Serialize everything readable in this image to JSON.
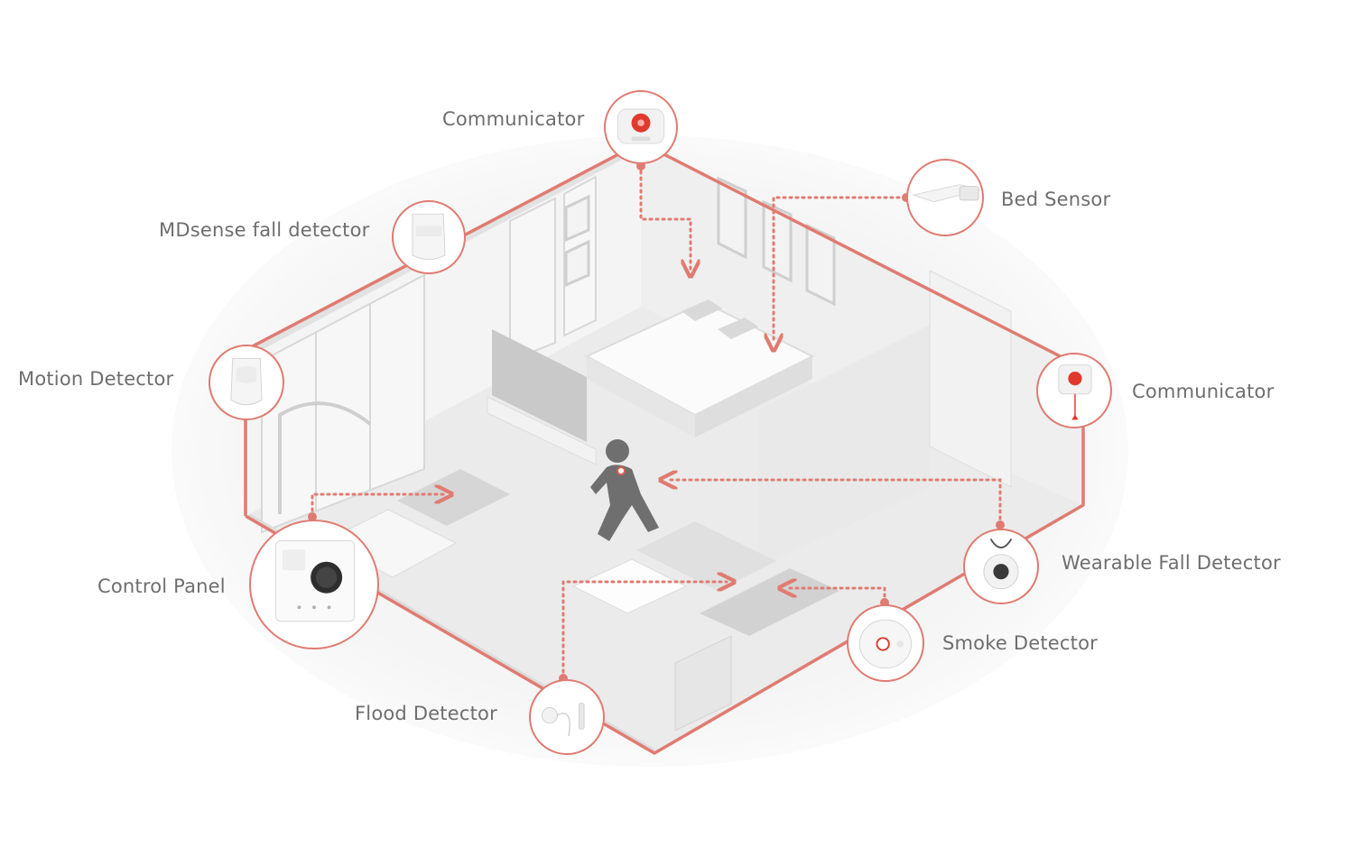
{
  "diagram": {
    "accent_color": "#e07b72",
    "devices": [
      {
        "id": "communicator-top",
        "label": "Communicator",
        "icon": "communicator-icon"
      },
      {
        "id": "bed-sensor",
        "label": "Bed Sensor",
        "icon": "bed-sensor-icon"
      },
      {
        "id": "mdsense",
        "label": "MDsense fall detector",
        "icon": "fall-detector-icon"
      },
      {
        "id": "motion",
        "label": "Motion Detector",
        "icon": "motion-detector-icon"
      },
      {
        "id": "communicator-right",
        "label": "Communicator",
        "icon": "pendant-communicator-icon"
      },
      {
        "id": "control-panel",
        "label": "Control Panel",
        "icon": "control-panel-icon"
      },
      {
        "id": "wearable",
        "label": "Wearable Fall Detector",
        "icon": "wearable-icon"
      },
      {
        "id": "smoke",
        "label": "Smoke Detector",
        "icon": "smoke-detector-icon"
      },
      {
        "id": "flood",
        "label": "Flood Detector",
        "icon": "flood-detector-icon"
      }
    ]
  }
}
